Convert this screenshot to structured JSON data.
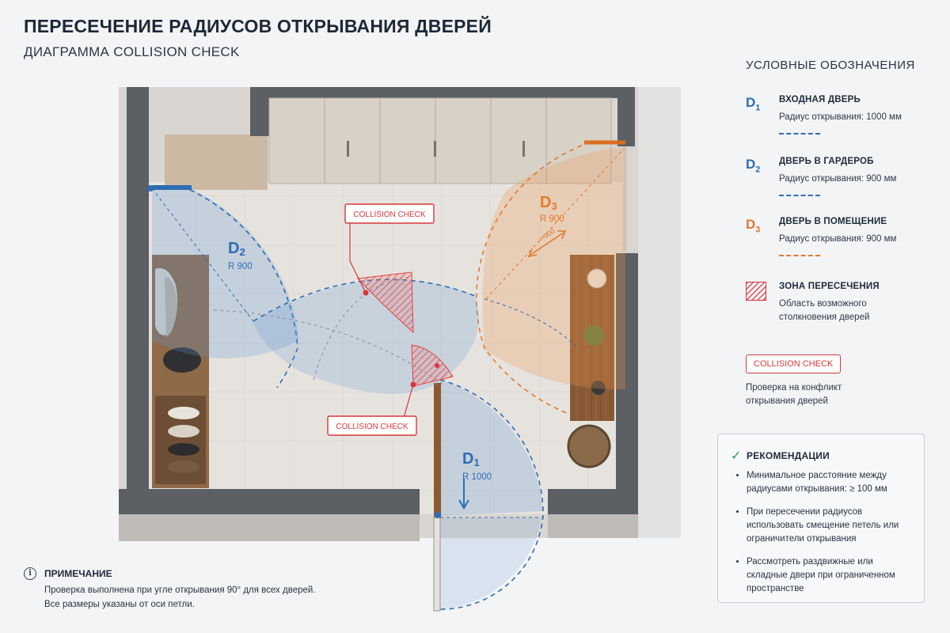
{
  "header": {
    "title": "ПЕРЕСЕЧЕНИЕ РАДИУСОВ ОТКРЫВАНИЯ ДВЕРЕЙ",
    "subtitle": "ДИАГРАММА COLLISION CHECK"
  },
  "plan": {
    "doors": [
      {
        "code": "D",
        "index": "1",
        "radius_label": "R 1000",
        "color": "#2f6db3"
      },
      {
        "code": "D",
        "index": "2",
        "radius_label": "R 900",
        "color": "#2f6db3"
      },
      {
        "code": "D",
        "index": "3",
        "radius_label": "R 900",
        "color": "#e07a2e"
      }
    ],
    "d3_dimension": "≈ 900",
    "collision_badges": [
      "COLLISION CHECK",
      "COLLISION CHECK"
    ],
    "colors": {
      "blue": "#2f6db3",
      "orange": "#e07a2e",
      "red": "#d9373a"
    }
  },
  "legend": {
    "title": "УСЛОВНЫЕ ОБОЗНАЧЕНИЯ",
    "items": [
      {
        "code": "D",
        "index": "1",
        "name": "ВХОДНАЯ ДВЕРЬ",
        "desc": "Радиус открывания: 1000 мм",
        "color": "#2f6db3"
      },
      {
        "code": "D",
        "index": "2",
        "name": "ДВЕРЬ В ГАРДЕРОБ",
        "desc": "Радиус открывания: 900 мм",
        "color": "#2f6db3"
      },
      {
        "code": "D",
        "index": "3",
        "name": "ДВЕРЬ В ПОМЕЩЕНИЕ",
        "desc": "Радиус открывания: 900 мм",
        "color": "#e07a2e"
      }
    ],
    "zone": {
      "name": "ЗОНА ПЕРЕСЕЧЕНИЯ",
      "desc_line1": "Область возможного",
      "desc_line2": "столкновения дверей"
    },
    "badge": {
      "label": "COLLISION CHECK",
      "desc_line1": "Проверка на конфликт",
      "desc_line2": "открывания дверей"
    }
  },
  "recommendations": {
    "title": "РЕКОМЕНДАЦИИ",
    "items": [
      "Минимальное расстояние между радиусами открывания: ≥ 100 мм",
      "При пересечении радиусов использовать смещение петель или ограничители открывания",
      "Рассмотреть раздвижные или складные двери при ограниченном пространстве"
    ]
  },
  "note": {
    "title": "ПРИМЕЧАНИЕ",
    "line1": "Проверка выполнена при угле открывания 90° для всех дверей.",
    "line2": "Все размеры указаны от оси петли."
  }
}
